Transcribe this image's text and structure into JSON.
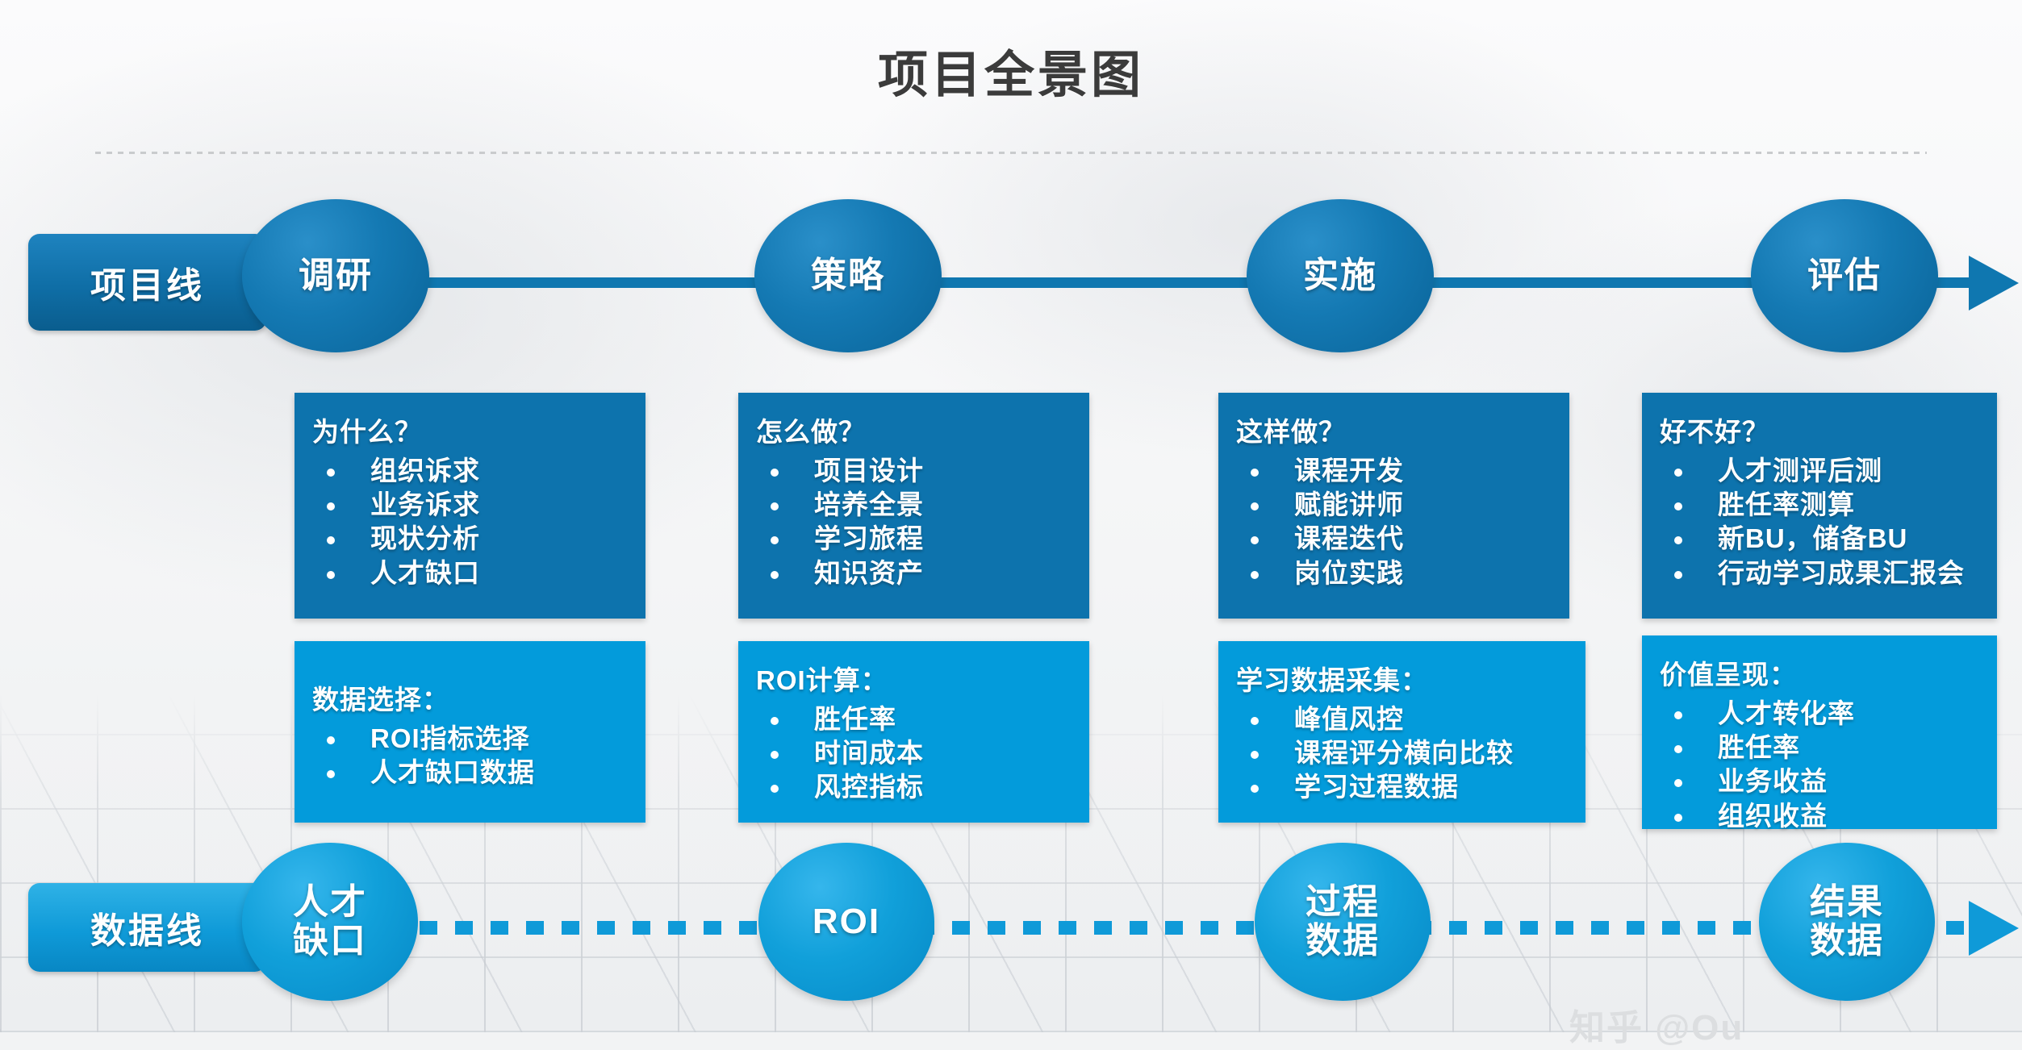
{
  "title": "项目全景图",
  "watermark": "知乎 @Ou",
  "colors": {
    "dark_blue": "#0d73ad",
    "light_blue": "#039bdb",
    "node_top": "#1479b3",
    "node_bottom": "#11a0da",
    "title_text": "#3b3b3b",
    "background": "#f2f3f4"
  },
  "project_row": {
    "label": "项目线",
    "nodes": [
      {
        "label": "调研"
      },
      {
        "label": "策略"
      },
      {
        "label": "实施"
      },
      {
        "label": "评估"
      }
    ],
    "arrow": "arrow-right-icon"
  },
  "data_row": {
    "label": "数据线",
    "nodes": [
      {
        "line1": "人才",
        "line2": "缺口"
      },
      {
        "line1": "ROI",
        "line2": ""
      },
      {
        "line1": "过程",
        "line2": "数据"
      },
      {
        "line1": "结果",
        "line2": "数据"
      }
    ],
    "arrow": "arrow-right-icon"
  },
  "dark_cards": [
    {
      "heading": "为什么？",
      "items": [
        "组织诉求",
        "业务诉求",
        "现状分析",
        "人才缺口"
      ]
    },
    {
      "heading": "怎么做？",
      "items": [
        "项目设计",
        "培养全景",
        "学习旅程",
        "知识资产"
      ]
    },
    {
      "heading": "这样做？",
      "items": [
        "课程开发",
        "赋能讲师",
        "课程迭代",
        "岗位实践"
      ]
    },
    {
      "heading": "好不好？",
      "items": [
        "人才测评后测",
        "胜任率测算",
        "新BU，储备BU",
        "行动学习成果汇报会"
      ]
    }
  ],
  "light_cards": [
    {
      "heading": "数据选择：",
      "items": [
        "ROI指标选择",
        "人才缺口数据"
      ]
    },
    {
      "heading": "ROI计算：",
      "items": [
        "胜任率",
        "时间成本",
        "风控指标"
      ]
    },
    {
      "heading": "学习数据采集：",
      "items": [
        "峰值风控",
        "课程评分横向比较",
        "学习过程数据"
      ]
    },
    {
      "heading": "价值呈现：",
      "items": [
        "人才转化率",
        "胜任率",
        "业务收益",
        "组织收益"
      ]
    }
  ]
}
